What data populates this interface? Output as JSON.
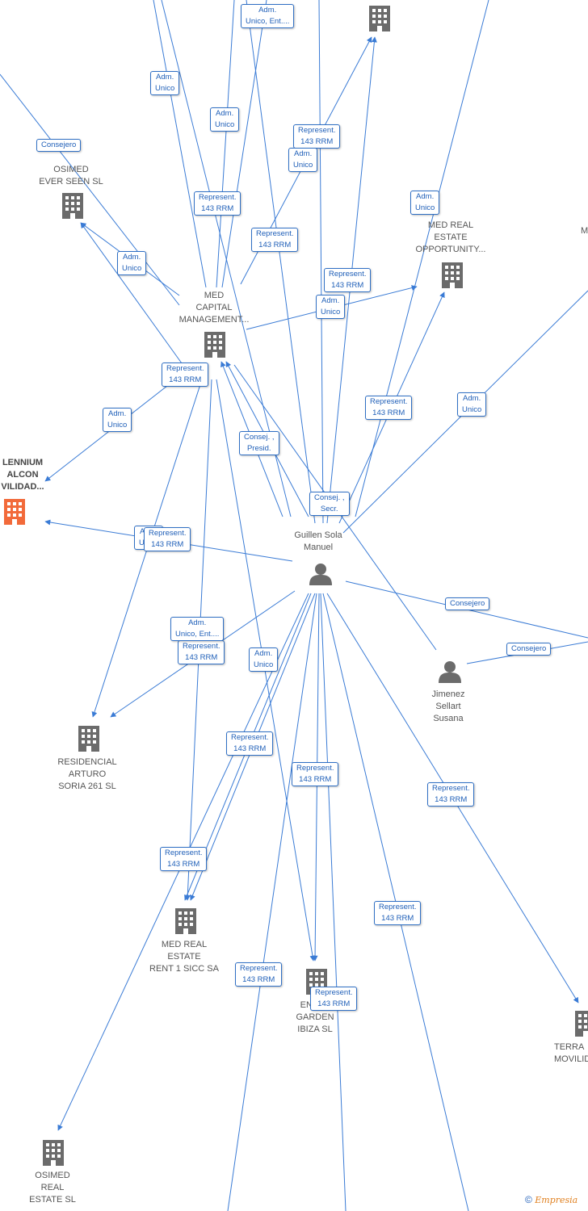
{
  "colors": {
    "edge": "#3a7bd5",
    "building": "#6b6b6b",
    "building_highlight": "#f26a3a",
    "person": "#6b6b6b"
  },
  "nodes": {
    "osimed_ever_seen": [
      "OSIMED",
      "EVER SEEN  SL"
    ],
    "med_capital": [
      "MED",
      "CAPITAL",
      "MANAGEMENT..."
    ],
    "med_real_estate_opportunity": [
      "MED REAL",
      "ESTATE",
      "OPPORTUNITY..."
    ],
    "millennium": [
      "LENNIUM",
      "ALCON",
      "VILIDAD..."
    ],
    "guillen": [
      "Guillen Sola",
      "Manuel"
    ],
    "jimenez": [
      "Jimenez",
      "Sellart",
      "Susana"
    ],
    "residencial": [
      "RESIDENCIAL",
      "ARTURO",
      "SORIA 261  SL"
    ],
    "med_real_estate_rent": [
      "MED REAL",
      "ESTATE",
      "RENT 1 SICC SA"
    ],
    "enjoy_garden": [
      "ENJOY",
      "GARDEN",
      "IBIZA  SL"
    ],
    "terra": [
      "TERRA",
      "MOVILID..."
    ],
    "osimed_real_estate": [
      "OSIMED",
      "REAL",
      "ESTATE  SL"
    ],
    "top_right_partial": [
      "M"
    ]
  },
  "edge_labels": {
    "adm_unico_ent_top": [
      "Adm.",
      "Unico, Ent...."
    ],
    "adm_unico_1": [
      "Adm.",
      "Unico"
    ],
    "adm_unico_2": [
      "Adm.",
      "Unico"
    ],
    "represent_1": [
      "Represent.",
      "143 RRM"
    ],
    "adm_unico_3": [
      "Adm.",
      "Unico"
    ],
    "consejero_1": [
      "Consejero"
    ],
    "represent_2": [
      "Represent.",
      "143 RRM"
    ],
    "adm_unico_4": [
      "Adm.",
      "Unico"
    ],
    "represent_3": [
      "Represent.",
      "143 RRM"
    ],
    "adm_unico_5": [
      "Adm.",
      "Unico"
    ],
    "represent_4": [
      "Represent.",
      "143 RRM"
    ],
    "adm_unico_6": [
      "Adm.",
      "Unico"
    ],
    "represent_5": [
      "Represent.",
      "143 RRM"
    ],
    "represent_6": [
      "Represent.",
      "143 RRM"
    ],
    "adm_unico_7": [
      "Adm.",
      "Unico"
    ],
    "adm_unico_8": [
      "Adm.",
      "Unico"
    ],
    "consej_presid": [
      "Consej. ,",
      "Presid."
    ],
    "consej_secr": [
      "Consej. ,",
      "Secr."
    ],
    "adm_unico_9": [
      "Adm.",
      "Unico"
    ],
    "represent_7": [
      "Represent.",
      "143 RRM"
    ],
    "consejero_2": [
      "Consejero"
    ],
    "consejero_3": [
      "Consejero"
    ],
    "adm_unico_ent_mid": [
      "Adm.",
      "Unico, Ent...."
    ],
    "represent_8": [
      "Represent.",
      "143 RRM"
    ],
    "adm_unico_10": [
      "Adm.",
      "Unico"
    ],
    "represent_9": [
      "Represent.",
      "143 RRM"
    ],
    "represent_10": [
      "Represent.",
      "143 RRM"
    ],
    "represent_11": [
      "Represent.",
      "143 RRM"
    ],
    "represent_12": [
      "Represent.",
      "143 RRM"
    ],
    "represent_13": [
      "Represent.",
      "143 RRM"
    ],
    "represent_14": [
      "Represent.",
      "143 RRM"
    ],
    "represent_15": [
      "Represent.",
      "143 RRM"
    ]
  },
  "copyright": {
    "symbol": "©",
    "brand": "Empresia"
  }
}
